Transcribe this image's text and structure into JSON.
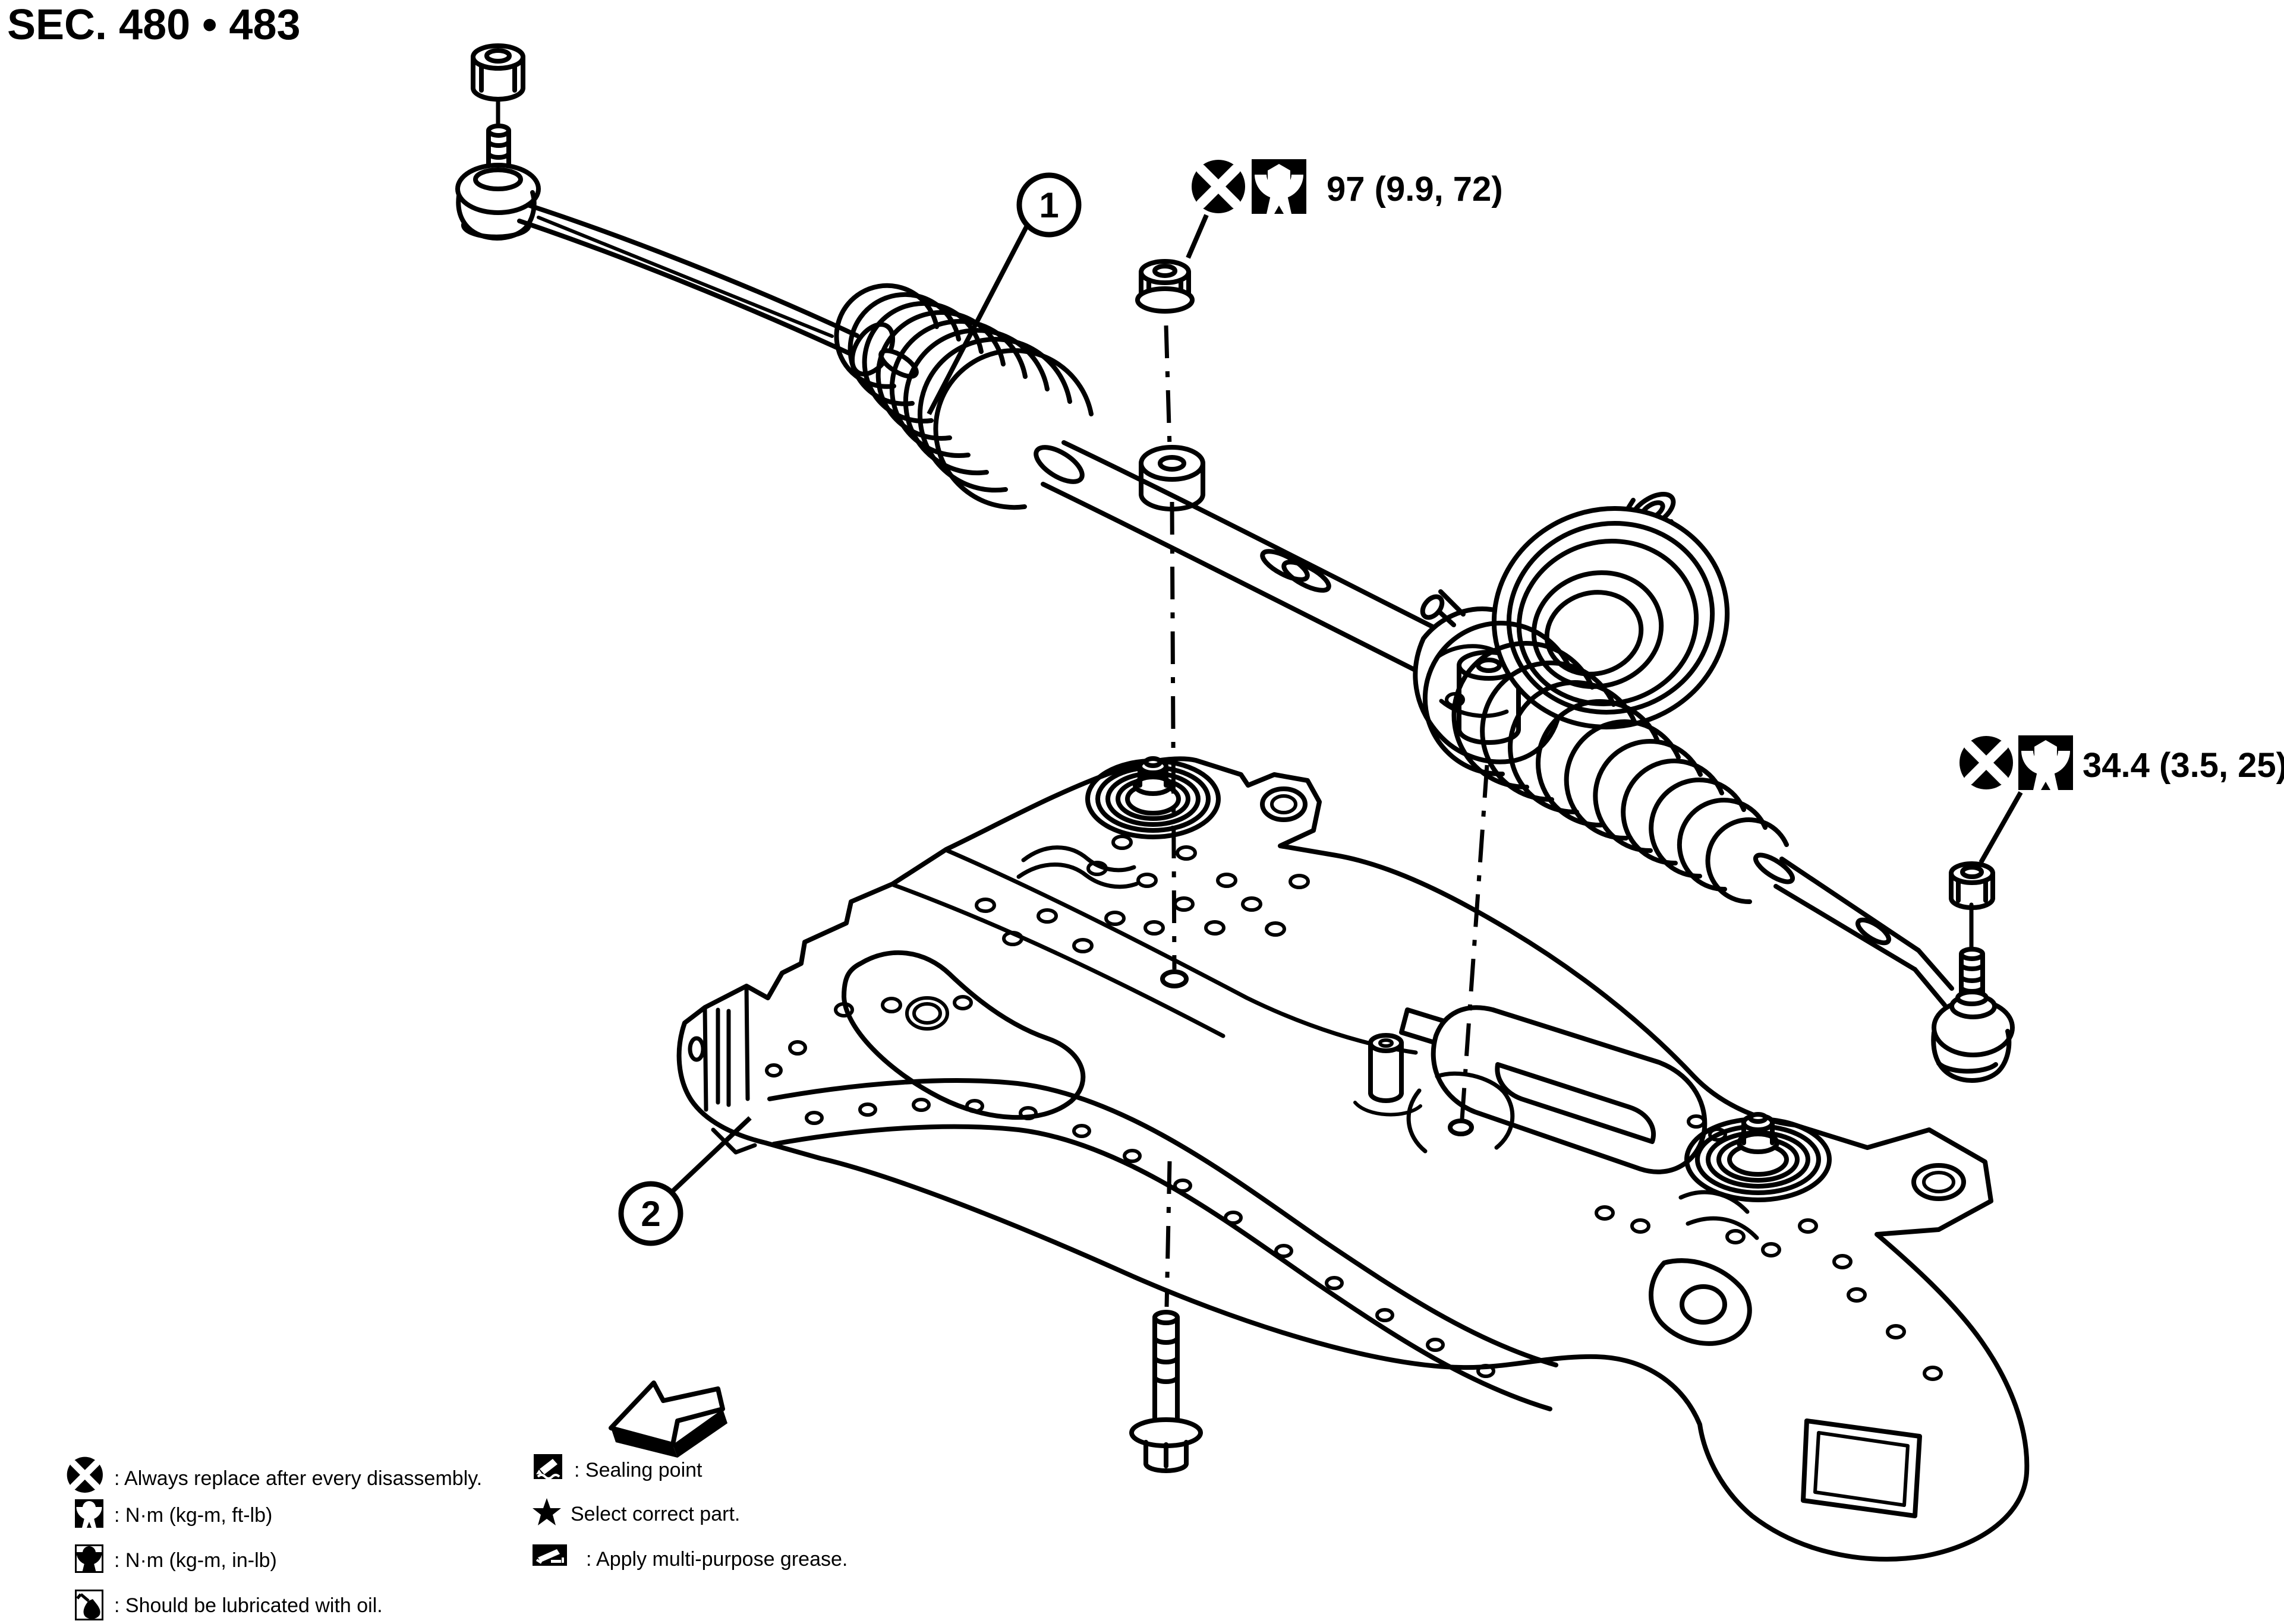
{
  "title": "SEC. 480 • 483",
  "colors": {
    "ink": "#000000",
    "paper": "#ffffff"
  },
  "callouts": [
    {
      "number": "1"
    },
    {
      "number": "2"
    }
  ],
  "torque_specs": [
    {
      "icons": [
        "always-replace-icon",
        "torque-wrench-icon"
      ],
      "value": "97 (9.9, 72)"
    },
    {
      "icons": [
        "always-replace-icon",
        "torque-wrench-icon"
      ],
      "value": "34.4 (3.5, 25)"
    }
  ],
  "legend": {
    "left": [
      {
        "icon": "always-replace-icon",
        "label": ": Always replace after every disassembly."
      },
      {
        "icon": "torque-ft-lb-icon",
        "label": ": N·m (kg-m, ft-lb)"
      },
      {
        "icon": "torque-in-lb-icon",
        "label": ": N·m (kg-m, in-lb)"
      },
      {
        "icon": "oil-lubricate-icon",
        "label": ": Should be lubricated with oil."
      }
    ],
    "right": [
      {
        "icon": "sealing-point-icon",
        "label": ": Sealing point"
      },
      {
        "icon": "select-part-star-icon",
        "label": "Select correct part."
      },
      {
        "icon": "grease-icon",
        "label": ": Apply multi-purpose grease."
      }
    ]
  },
  "icons": [
    "always-replace-icon",
    "torque-wrench-icon",
    "torque-ft-lb-icon",
    "torque-in-lb-icon",
    "oil-lubricate-icon",
    "sealing-point-icon",
    "select-part-star-icon",
    "grease-icon",
    "front-direction-arrow-icon"
  ]
}
